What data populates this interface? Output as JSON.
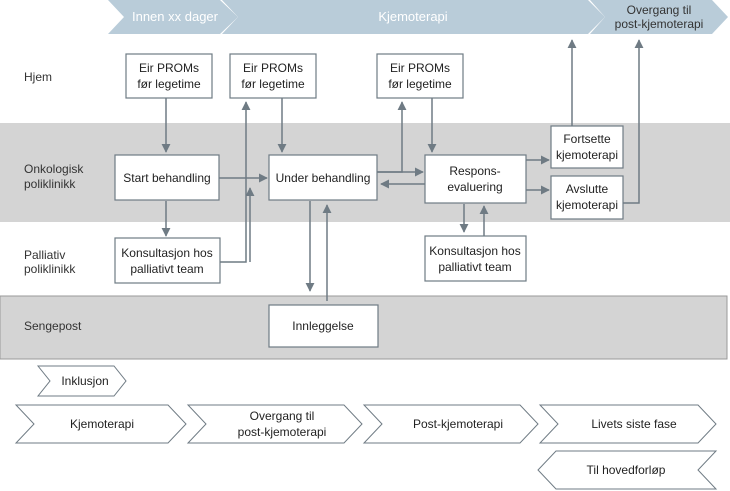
{
  "phases_top": [
    {
      "label": "Innen xx dager"
    },
    {
      "label": "Kjemoterapi"
    },
    {
      "label": "Overgang til",
      "label2": "post-kjemoterapi"
    }
  ],
  "lanes": [
    {
      "label": "Hjem"
    },
    {
      "label": "Onkologisk",
      "label2": "poliklinikk"
    },
    {
      "label": "Palliativ",
      "label2": "poliklinikk"
    },
    {
      "label": "Sengepost"
    }
  ],
  "nodes": {
    "proms1": {
      "line1": "Eir PROMs",
      "line2": "før legetime"
    },
    "proms2": {
      "line1": "Eir PROMs",
      "line2": "før legetime"
    },
    "proms3": {
      "line1": "Eir PROMs",
      "line2": "før legetime"
    },
    "start": {
      "line1": "Start behandling"
    },
    "under": {
      "line1": "Under behandling"
    },
    "respons": {
      "line1": "Respons-",
      "line2": "evaluering"
    },
    "fortsette": {
      "line1": "Fortsette",
      "line2": "kjemoterapi"
    },
    "avslutte": {
      "line1": "Avslutte",
      "line2": "kjemoterapi"
    },
    "konsult1": {
      "line1": "Konsultasjon hos",
      "line2": "palliativt team"
    },
    "konsult2": {
      "line1": "Konsultasjon hos",
      "line2": "palliativt team"
    },
    "innleggelse": {
      "line1": "Innleggelse"
    }
  },
  "legend": {
    "inklusjon": "Inklusjon",
    "phases": [
      {
        "label": "Kjemoterapi"
      },
      {
        "label": "Overgang til",
        "label2": "post-kjemoterapi"
      },
      {
        "label": "Post-kjemoterapi"
      },
      {
        "label": "Livets siste fase"
      }
    ],
    "back": "Til hovedforløp"
  },
  "colors": {
    "phase_fill": "#b9ccd9",
    "lane_fill": "#d4d4d4",
    "arrow": "#6f7b84",
    "box_border": "#6f7b84"
  }
}
